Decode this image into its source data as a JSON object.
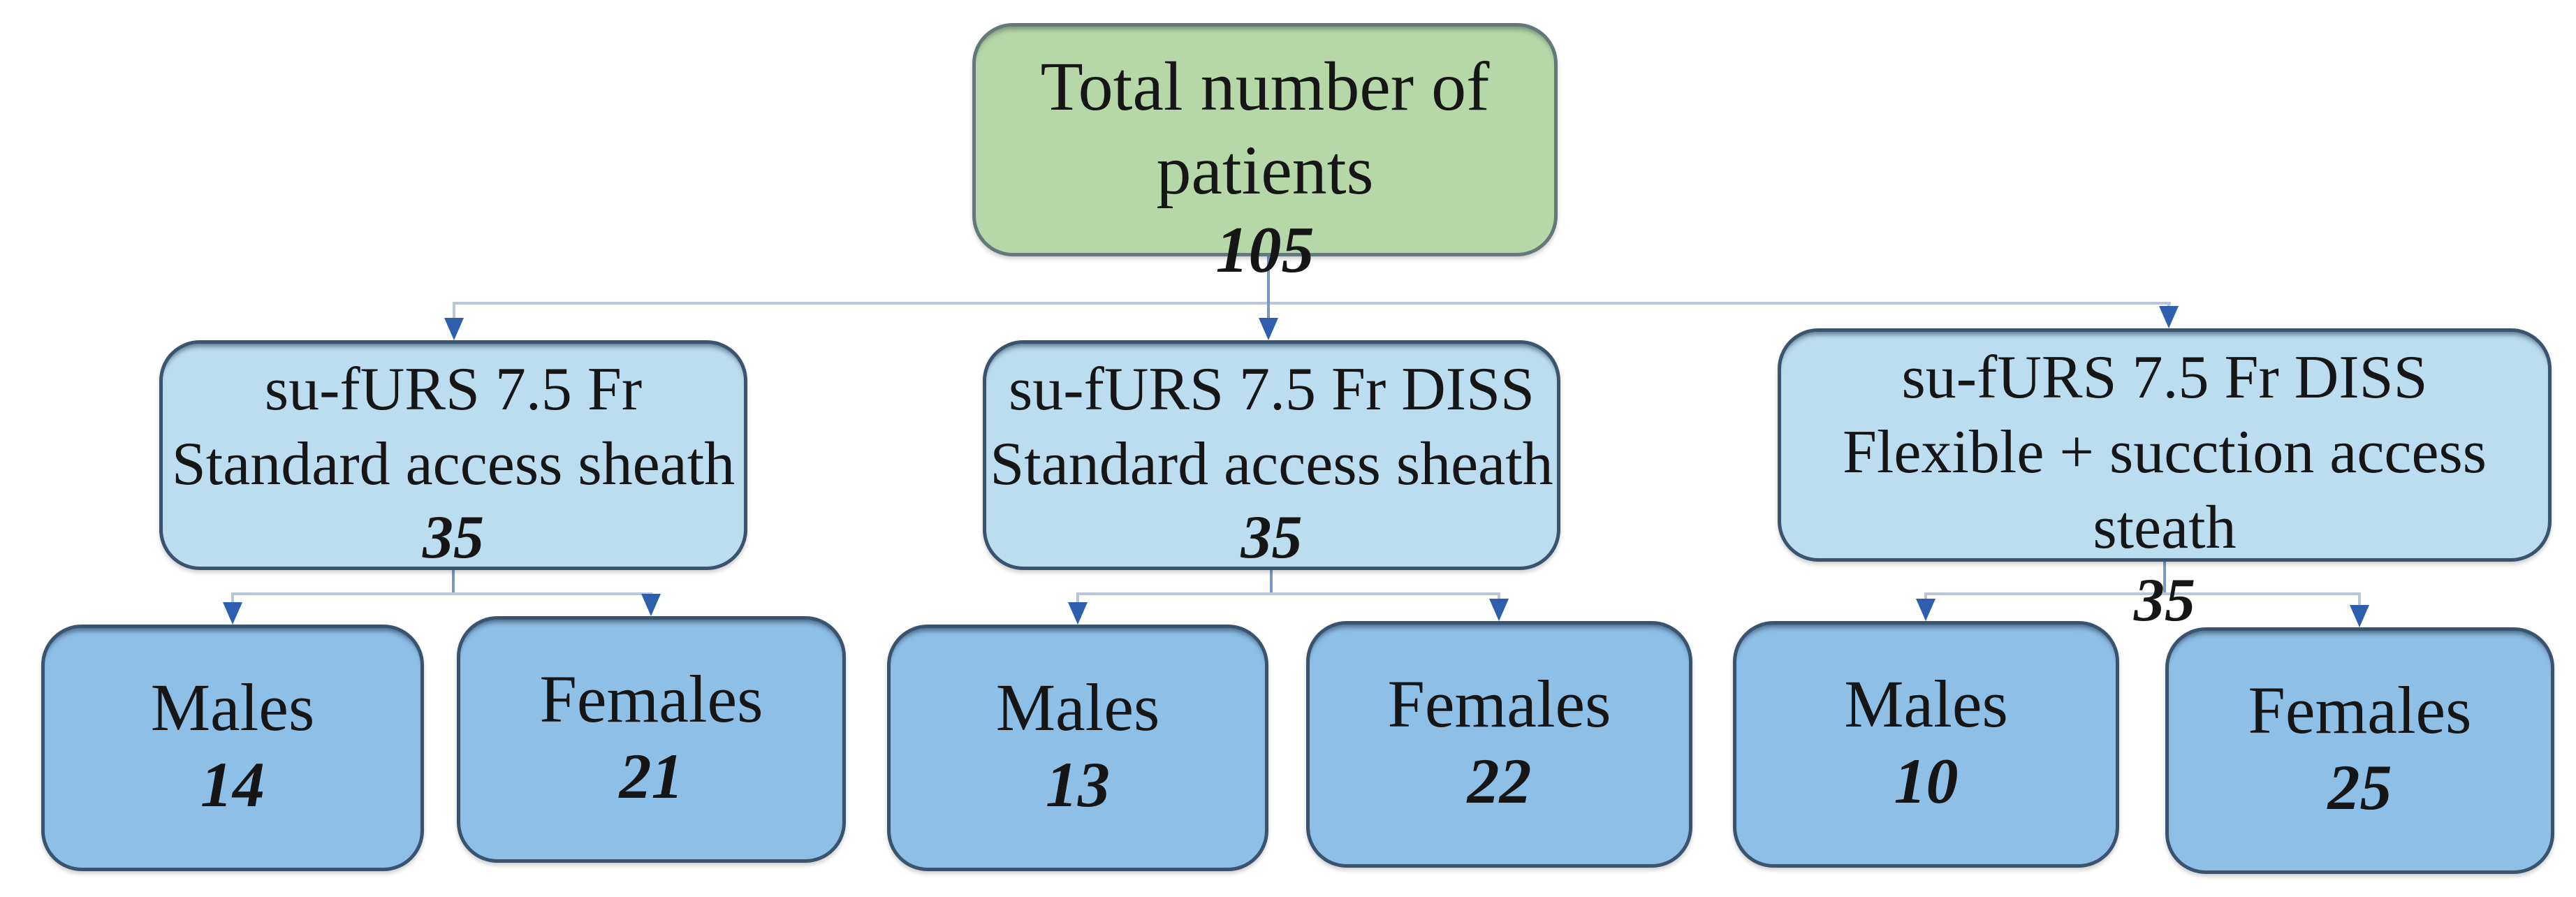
{
  "diagram": {
    "root": {
      "label": "Total number of patients",
      "value": "105"
    },
    "groups": [
      {
        "title_line1": "su-fURS 7.5 Fr",
        "title_line2": "Standard access sheath",
        "value": "35",
        "children": [
          {
            "label": "Males",
            "value": "14"
          },
          {
            "label": "Females",
            "value": "21"
          }
        ]
      },
      {
        "title_line1": "su-fURS 7.5 Fr DISS",
        "title_line2": "Standard access sheath",
        "value": "35",
        "children": [
          {
            "label": "Males",
            "value": "13"
          },
          {
            "label": "Females",
            "value": "22"
          }
        ]
      },
      {
        "title_line1": "su-fURS 7.5 Fr DISS",
        "title_line2": "Flexible + sucction access steath",
        "value": "35",
        "children": [
          {
            "label": "Males",
            "value": "10"
          },
          {
            "label": "Females",
            "value": "25"
          }
        ]
      }
    ],
    "colors": {
      "root_fill": "#b6d8a8",
      "root_border": "#64787a",
      "tier2_fill": "#bcdcf0",
      "tier3_fill": "#8dbfe7",
      "box_border": "#3a536e",
      "connector_line": "#b9c6d6",
      "stem_line": "#7b99bd",
      "arrowhead": "#2d5fae",
      "text": "#161616"
    }
  }
}
